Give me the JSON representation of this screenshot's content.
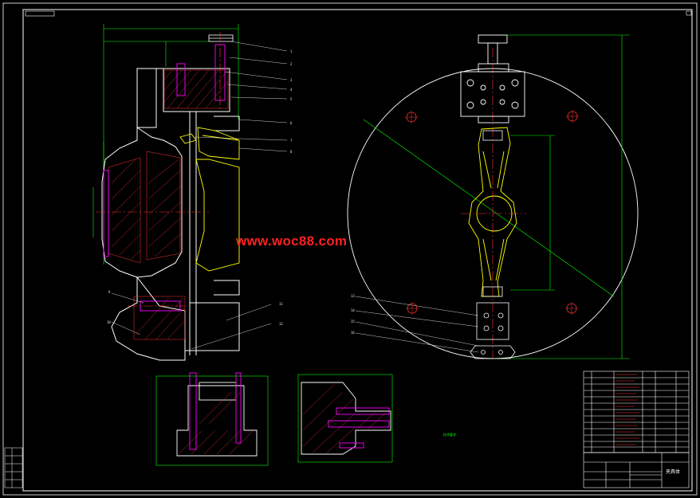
{
  "watermark": {
    "text": "www.woc88.com",
    "color": "#ff2020"
  },
  "colors": {
    "background": "#000000",
    "frame": "#ffffff",
    "part_outline": "#ffffff",
    "hatch": "#ff3333",
    "dimension": "#00ff00",
    "centerline": "#ff3333",
    "part_body": "#ffff00",
    "bolt": "#ff00ff"
  },
  "lettering": {
    "note_block_glyphs": "技术要求",
    "title_block_glyphs": "夹具体"
  }
}
